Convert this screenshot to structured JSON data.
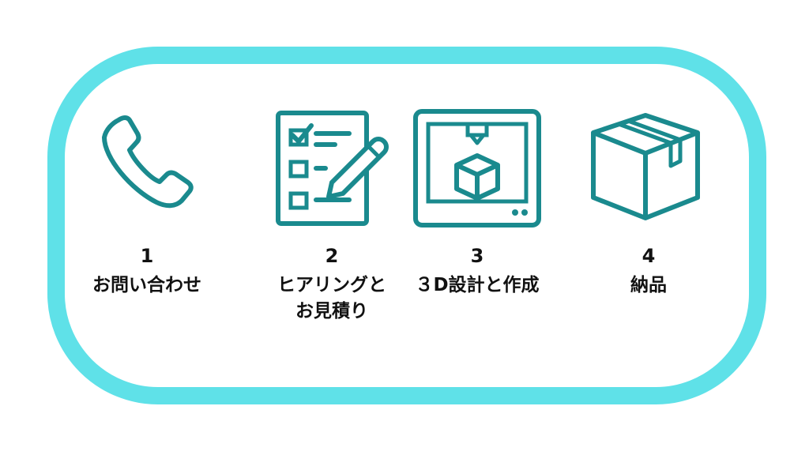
{
  "colors": {
    "frame": "#5fe1e8",
    "icon_stroke": "#1a8a8e",
    "text": "#111111"
  },
  "steps": [
    {
      "number": "1",
      "label": "お問い合わせ",
      "icon": "phone-icon"
    },
    {
      "number": "2",
      "label": "ヒアリングと\nお見積り",
      "icon": "checklist-pencil-icon"
    },
    {
      "number": "3",
      "label": "３D設計と作成",
      "icon": "3d-printer-icon"
    },
    {
      "number": "4",
      "label": "納品",
      "icon": "package-box-icon"
    }
  ]
}
